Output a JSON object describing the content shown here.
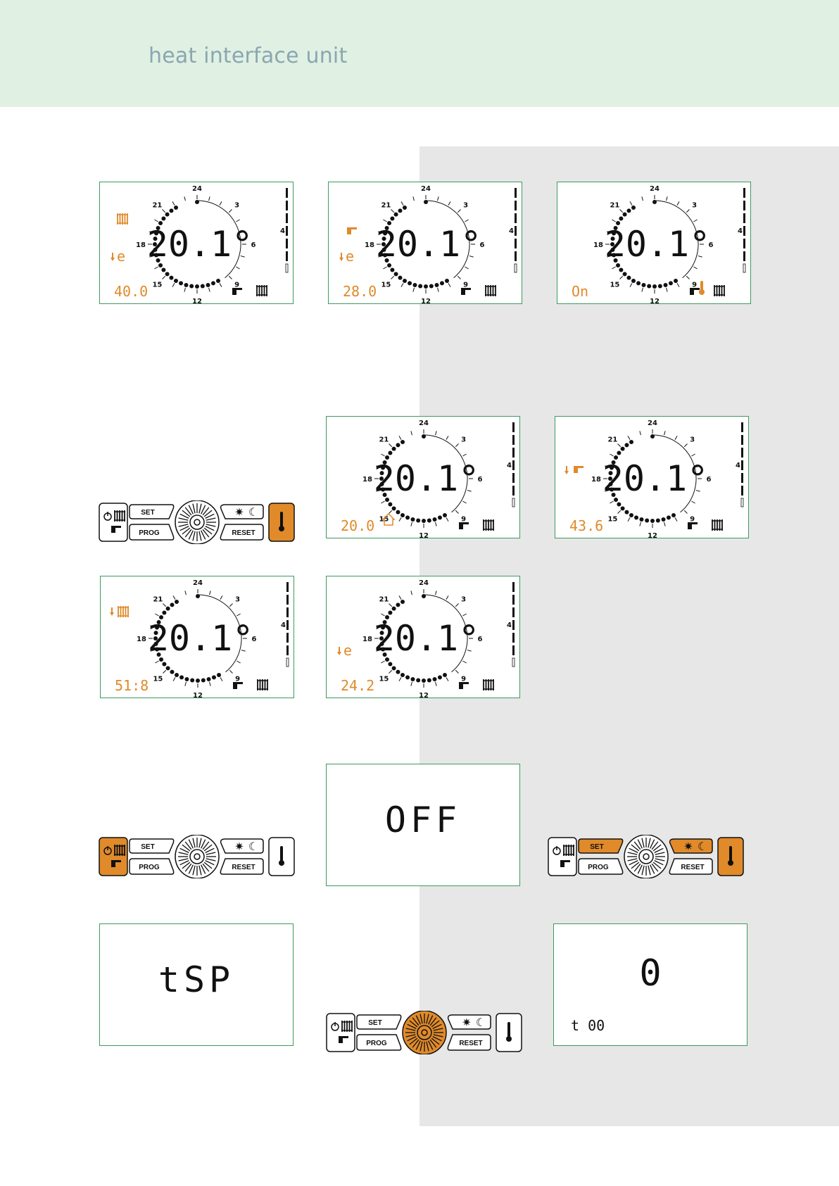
{
  "header": {
    "title": "heat interface unit"
  },
  "display": {
    "main_temp": "20.1°",
    "clock_labels": [
      "24",
      "3",
      "6",
      "9",
      "12",
      "15",
      "18",
      "21"
    ],
    "bar_label": "4"
  },
  "lcds": [
    {
      "id": "lcd1",
      "value": "40.0"
    },
    {
      "id": "lcd2",
      "value": "28.0"
    },
    {
      "id": "lcd3",
      "value": "On"
    },
    {
      "id": "lcd4",
      "value": "20.0"
    },
    {
      "id": "lcd5",
      "value": "43.6"
    },
    {
      "id": "lcd6",
      "value": "51:8"
    },
    {
      "id": "lcd7",
      "value": "24.2"
    }
  ],
  "text_lcds": {
    "off": "OFF",
    "tsp": "tSP",
    "zero": "0",
    "t00": "t 00"
  },
  "buttons": {
    "set": "SET",
    "prog": "PROG",
    "reset": "RESET"
  },
  "colors": {
    "accent": "#e08a2a",
    "border": "#3d9a5f",
    "header_bg": "#e0f0e3"
  }
}
